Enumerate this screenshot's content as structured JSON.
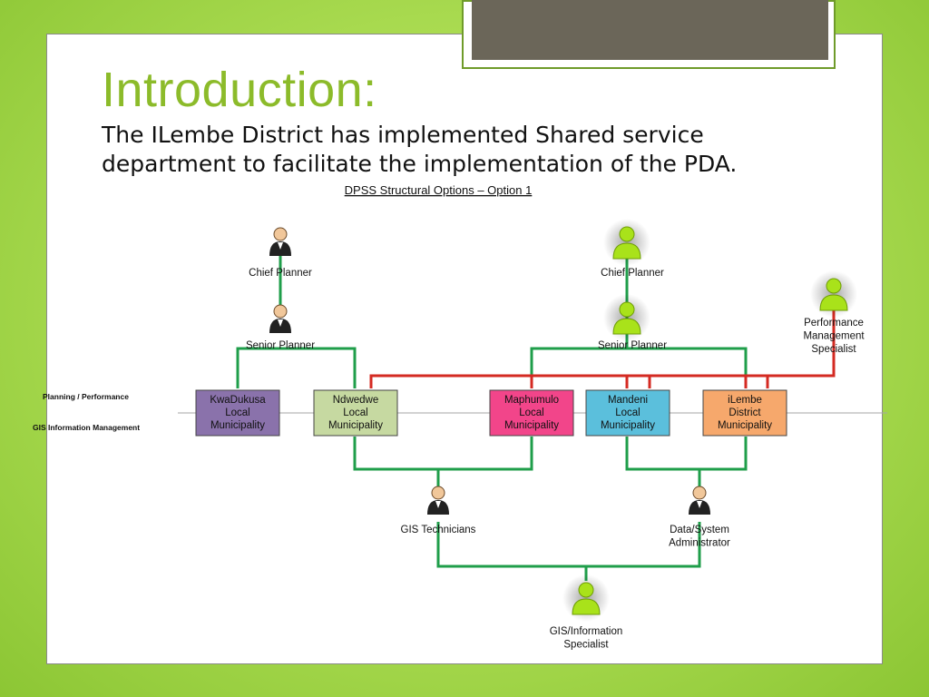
{
  "slide": {
    "title": "Introduction:",
    "subtitle": "The ILembe District has implemented Shared service department to facilitate the implementation of the PDA."
  },
  "diagram": {
    "heading": "DPSS Structural Options – Option 1",
    "row_labels": {
      "planning": "Planning / Performance",
      "gis": "GIS Information Management"
    },
    "municipalities": {
      "kwadukusa": {
        "lines": [
          "KwaDukusa",
          "Local",
          "Municipality"
        ],
        "color": "#8a72ab"
      },
      "ndwedwe": {
        "lines": [
          "Ndwedwe",
          "Local",
          "Municipality"
        ],
        "color": "#c6d9a1"
      },
      "maphumulo": {
        "lines": [
          "Maphumulo",
          "Local",
          "Municipality"
        ],
        "color": "#f2458a"
      },
      "mandeni": {
        "lines": [
          "Mandeni",
          "Local",
          "Municipality"
        ],
        "color": "#5bbfdc"
      },
      "ilembe": {
        "lines": [
          "iLembe",
          "District",
          "Municipality"
        ],
        "color": "#f6a86c"
      }
    },
    "roles": {
      "chief_planner_left": [
        "Chief Planner"
      ],
      "senior_planner_left": [
        "Senior Planner"
      ],
      "chief_planner_right": [
        "Chief Planner"
      ],
      "senior_planner_right": [
        "Senior Planner"
      ],
      "performance_specialist": [
        "Performance",
        "Management",
        "Specialist"
      ],
      "gis_technicians": [
        "GIS Technicians"
      ],
      "data_admin": [
        "Data/System",
        "Administrator"
      ],
      "gis_specialist": [
        "GIS/Information",
        "Specialist"
      ]
    },
    "colors": {
      "green_line": "#1f9e4a",
      "red_line": "#d42a22",
      "existing_person": "#222222",
      "new_person": "#a9e21a"
    }
  }
}
